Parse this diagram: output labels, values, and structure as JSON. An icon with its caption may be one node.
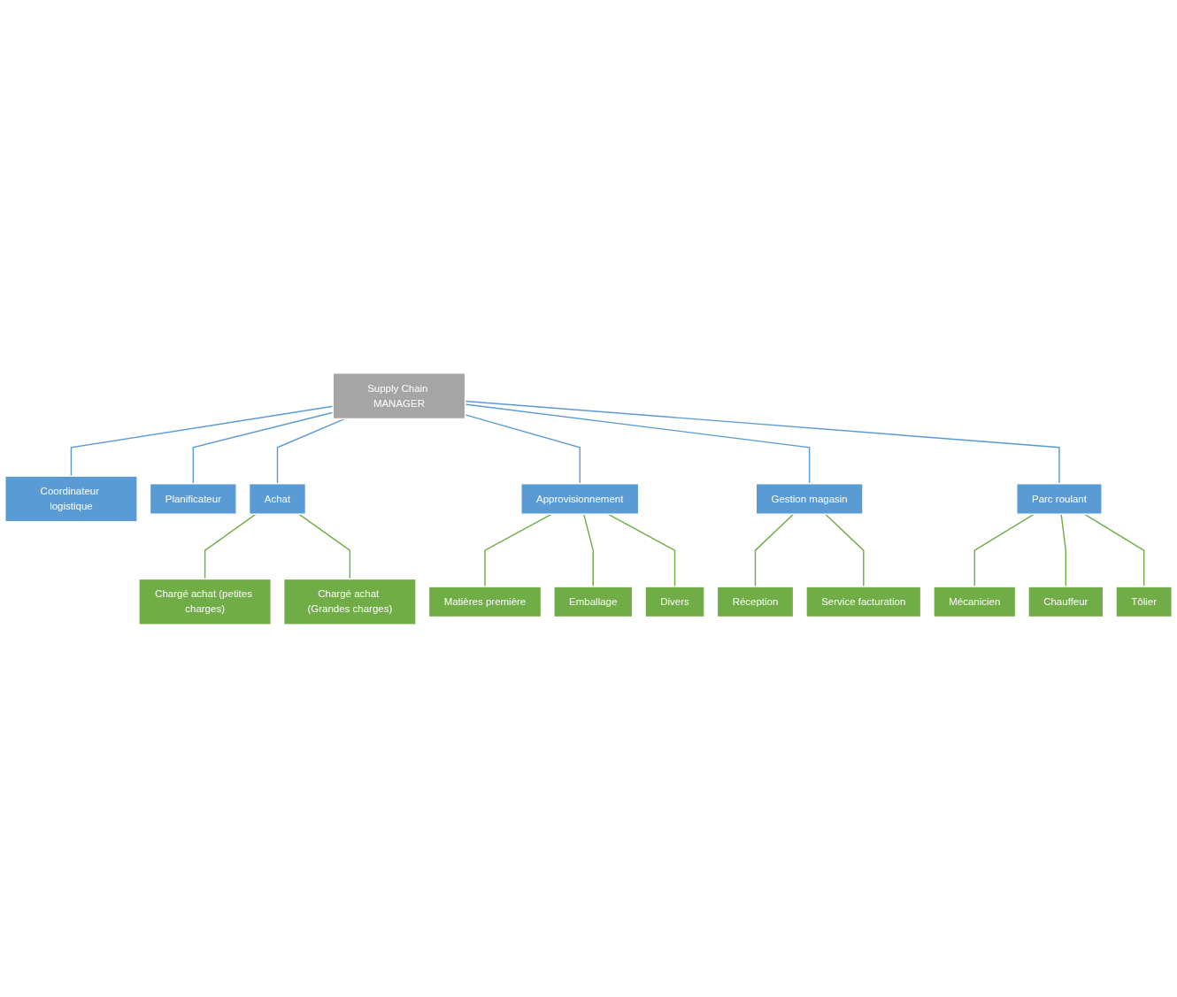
{
  "diagram": {
    "nodes": [
      {
        "text": [
          "Supply Chain MANAGER"
        ]
      },
      {
        "text": [
          "Coordinateur logistique"
        ]
      },
      {
        "text": [
          "Planificateur"
        ]
      },
      {
        "text": [
          "Achat"
        ]
      },
      {
        "text": [
          "Approvisionnement"
        ]
      },
      {
        "text": [
          "Gestion magasin"
        ]
      },
      {
        "text": [
          "Parc roulant"
        ]
      },
      {
        "text": [
          "Chargé achat (petites charges)"
        ]
      },
      {
        "text": [
          "Chargé achat (Grandes charges)"
        ]
      },
      {
        "text": [
          "Matières première"
        ]
      },
      {
        "text": [
          "Emballage"
        ]
      },
      {
        "text": [
          "Divers"
        ]
      },
      {
        "text": [
          "Réception"
        ]
      },
      {
        "text": [
          "Service facturation"
        ]
      },
      {
        "text": [
          "Mécanicien"
        ]
      },
      {
        "text": [
          "Chauffeur"
        ]
      },
      {
        "text": [
          "Tôlier"
        ]
      }
    ],
    "edges": [
      {
        "from": 0,
        "to": 1,
        "arrow": "none",
        "color": "#5b9bd5"
      },
      {
        "from": 0,
        "to": 2,
        "arrow": "none",
        "color": "#5b9bd5"
      },
      {
        "from": 0,
        "to": 3,
        "arrow": "none",
        "color": "#5b9bd5"
      },
      {
        "from": 0,
        "to": 4,
        "arrow": "none",
        "color": "#5b9bd5"
      },
      {
        "from": 0,
        "to": 5,
        "arrow": "none",
        "color": "#5b9bd5"
      },
      {
        "from": 0,
        "to": 6,
        "arrow": "none",
        "color": "#5b9bd5"
      },
      {
        "from": 3,
        "to": 7,
        "arrow": "none"
      },
      {
        "from": 3,
        "to": 8,
        "arrow": "none"
      },
      {
        "from": 4,
        "to": 9,
        "arrow": "none"
      },
      {
        "from": 4,
        "to": 10,
        "arrow": "none"
      },
      {
        "from": 4,
        "to": 11,
        "arrow": "none"
      },
      {
        "from": 5,
        "to": 12,
        "arrow": "none"
      },
      {
        "from": 5,
        "to": 13,
        "arrow": "none"
      },
      {
        "from": 6,
        "to": 14,
        "arrow": "none"
      },
      {
        "from": 6,
        "to": 15,
        "arrow": "none"
      },
      {
        "from": 6,
        "to": 16,
        "arrow": "none"
      }
    ]
  }
}
